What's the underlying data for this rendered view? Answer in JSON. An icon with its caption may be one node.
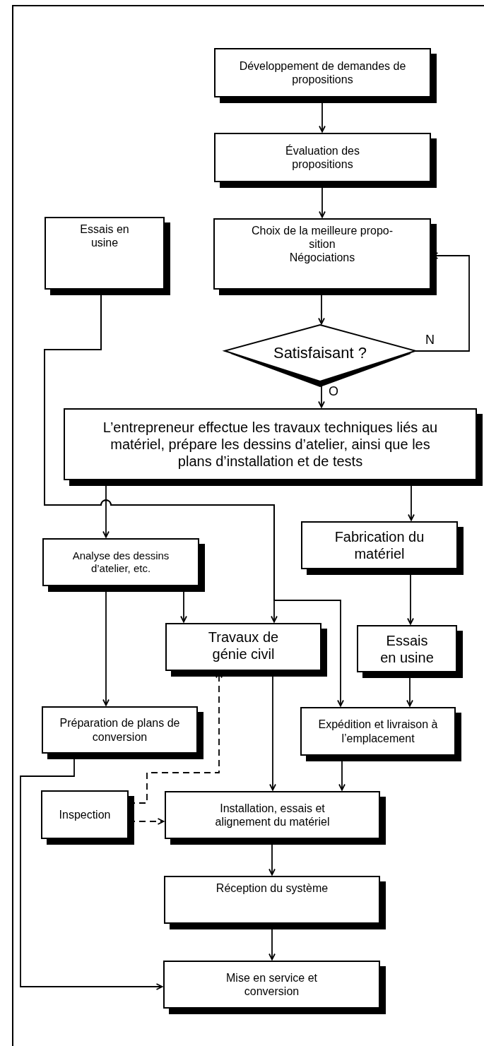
{
  "diagram": {
    "nodes": [
      {
        "text": [
          "Développement de demandes de propositions"
        ]
      },
      {
        "text": [
          "Évaluation des propositions"
        ]
      },
      {
        "text": [
          "Essais en usine"
        ]
      },
      {
        "text": [
          "Choix de la meilleure propo-sition",
          "Négociations"
        ]
      },
      {
        "text": [
          "Satisfaisant ?"
        ]
      },
      {
        "text": [
          "L’entrepreneur effectue les travaux techniques liés au matériel, prépare les dessins d’atelier, ainsi que les plans d’installation et de tests"
        ]
      },
      {
        "text": [
          "Analyse des dessins d’atelier, etc."
        ]
      },
      {
        "text": [
          "Fabrication du matériel"
        ]
      },
      {
        "text": [
          "Travaux de génie civil"
        ]
      },
      {
        "text": [
          "Essais en usine"
        ]
      },
      {
        "text": [
          "Préparation de plans de conversion"
        ]
      },
      {
        "text": [
          "Expédition et livraison à l’emplacement"
        ]
      },
      {
        "text": [
          "Inspection"
        ]
      },
      {
        "text": [
          "Installation, essais et alignement du matériel"
        ]
      },
      {
        "text": [
          "Réception du système"
        ]
      },
      {
        "text": [
          "Mise en service et conversion"
        ]
      }
    ],
    "edges": [
      {
        "from": 0,
        "to": 1,
        "arrow": "to"
      },
      {
        "from": 1,
        "to": 3,
        "arrow": "to"
      },
      {
        "from": 3,
        "to": 4,
        "arrow": "to"
      },
      {
        "from": 4,
        "to": 3,
        "arrow": "to",
        "label": "N"
      },
      {
        "from": 4,
        "to": 5,
        "arrow": "to",
        "label": "O"
      },
      {
        "from": 2,
        "to": 8,
        "arrow": "to"
      },
      {
        "from": 2,
        "to": 11,
        "arrow": "to"
      },
      {
        "from": 5,
        "to": 6,
        "arrow": "to"
      },
      {
        "from": 5,
        "to": 7,
        "arrow": "to"
      },
      {
        "from": 6,
        "to": 8,
        "arrow": "to"
      },
      {
        "from": 6,
        "to": 10,
        "arrow": "to"
      },
      {
        "from": 7,
        "to": 9,
        "arrow": "to"
      },
      {
        "from": 9,
        "to": 11,
        "arrow": "to"
      },
      {
        "from": 8,
        "to": 13,
        "arrow": "to"
      },
      {
        "from": 11,
        "to": 13,
        "arrow": "to"
      },
      {
        "from": 10,
        "to": 15,
        "arrow": "to"
      },
      {
        "from": 12,
        "to": 8,
        "arrow": "to",
        "style": "dashed"
      },
      {
        "from": 12,
        "to": 13,
        "arrow": "to",
        "style": "dashed"
      },
      {
        "from": 13,
        "to": 14,
        "arrow": "to"
      },
      {
        "from": 14,
        "to": 15,
        "arrow": "to"
      }
    ]
  }
}
